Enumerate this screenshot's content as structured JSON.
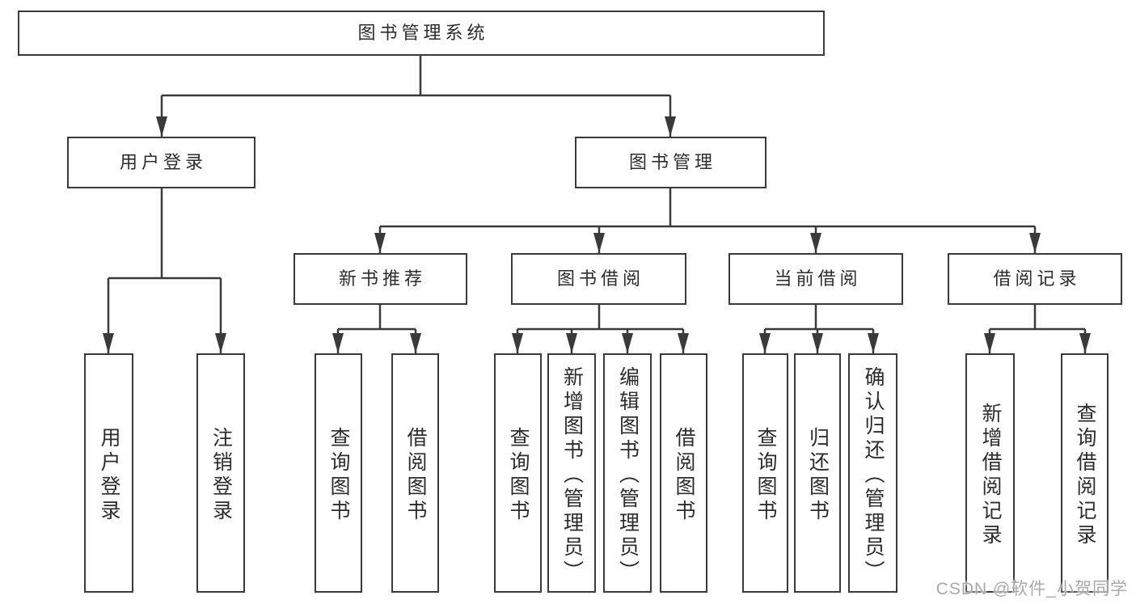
{
  "colors": {
    "line": "#3a3a3a",
    "box_border": "#3a3a3a",
    "box_background": "#ffffff",
    "page_background": "#ffffff",
    "text": "#2c2c2c",
    "watermark": "#a9a9a9"
  },
  "watermark": {
    "text": "CSDN @软件_小贺同学"
  },
  "diagram": {
    "root": {
      "label": "图书管理系统"
    },
    "level1": [
      {
        "label": "用户登录",
        "parent": "图书管理系统"
      },
      {
        "label": "图书管理",
        "parent": "图书管理系统"
      }
    ],
    "level2": [
      {
        "label": "新书推荐",
        "parent": "图书管理"
      },
      {
        "label": "图书借阅",
        "parent": "图书管理"
      },
      {
        "label": "当前借阅",
        "parent": "图书管理"
      },
      {
        "label": "借阅记录",
        "parent": "图书管理"
      }
    ],
    "leaves": [
      {
        "label": "用户登录",
        "parent": "用户登录"
      },
      {
        "label": "注销登录",
        "parent": "用户登录"
      },
      {
        "label": "查询图书",
        "parent": "新书推荐"
      },
      {
        "label": "借阅图书",
        "parent": "新书推荐"
      },
      {
        "label": "查询图书",
        "parent": "图书借阅"
      },
      {
        "label": "新增图书（管理员）",
        "parent": "图书借阅"
      },
      {
        "label": "编辑图书（管理员）",
        "parent": "图书借阅"
      },
      {
        "label": "借阅图书",
        "parent": "图书借阅"
      },
      {
        "label": "查询图书",
        "parent": "当前借阅"
      },
      {
        "label": "归还图书",
        "parent": "当前借阅"
      },
      {
        "label": "确认归还（管理员）",
        "parent": "当前借阅"
      },
      {
        "label": "新增借阅记录",
        "parent": "借阅记录"
      },
      {
        "label": "查询借阅记录",
        "parent": "借阅记录"
      }
    ]
  }
}
